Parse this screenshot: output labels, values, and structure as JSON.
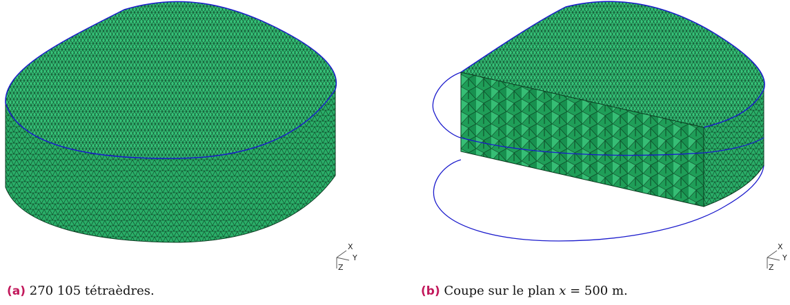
{
  "panels": [
    {
      "id": "a",
      "tag": "(a)",
      "caption": "270 105 tétraèdres.",
      "axes": {
        "x": "X",
        "y": "Y",
        "z": "Z"
      }
    },
    {
      "id": "b",
      "tag": "(b)",
      "caption_prefix": "Coupe sur le plan",
      "caption_var": "x",
      "caption_eq": "= 500",
      "caption_unit": "m.",
      "axes": {
        "x": "X",
        "y": "Y",
        "z": "Z"
      }
    }
  ],
  "colors": {
    "mesh_fill": "#2fb870",
    "mesh_top": "#3ccf7f",
    "mesh_edges": "#0c3a22",
    "outline": "#1a1acc",
    "cut_face": "#1f9e58",
    "caption_tag": "#c2185b"
  }
}
